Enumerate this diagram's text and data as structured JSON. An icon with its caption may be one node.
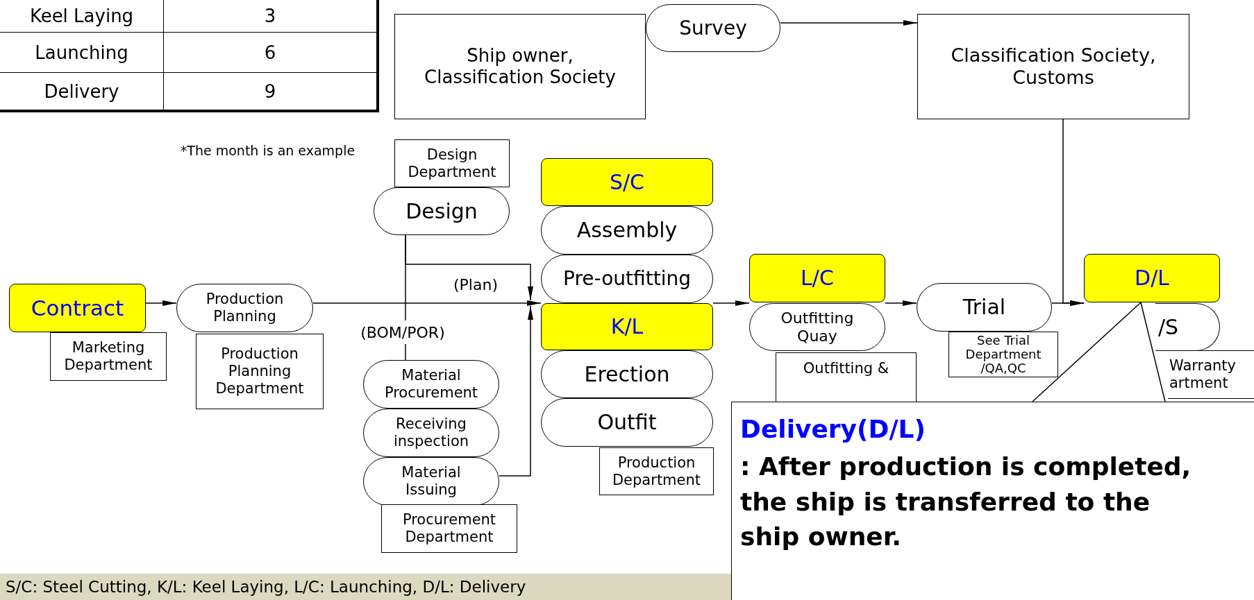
{
  "diagram": {
    "nodes": [
      {
        "text": [
          "Ship owner, Classification Society"
        ]
      },
      {
        "text": [
          "Survey"
        ]
      },
      {
        "text": [
          "Classification Society, Customs"
        ]
      },
      {
        "text": [
          "Design Department"
        ]
      },
      {
        "text": [
          "Design"
        ]
      },
      {
        "text": [
          "S/C"
        ]
      },
      {
        "text": [
          "Assembly"
        ]
      },
      {
        "text": [
          "Pre-outfitting"
        ]
      },
      {
        "text": [
          "Contract"
        ]
      },
      {
        "text": [
          "Production Planning"
        ]
      },
      {
        "text": [
          "L/C"
        ]
      },
      {
        "text": [
          "Trial"
        ]
      },
      {
        "text": [
          "D/L"
        ]
      },
      {
        "text": [
          "K/L"
        ]
      },
      {
        "text": [
          "Marketing Department"
        ]
      },
      {
        "text": [
          "Production Planning Department"
        ]
      },
      {
        "text": [
          "Outfitting Quay"
        ]
      },
      {
        "text": [
          "/S"
        ]
      },
      {
        "text": [
          "See Trial Department /QA,QC"
        ]
      },
      {
        "text": [
          "Warranty artment"
        ]
      },
      {
        "text": [
          "Erection"
        ]
      },
      {
        "text": [
          "Material Procurement"
        ]
      },
      {
        "text": [
          "Outfitting &"
        ]
      },
      {
        "text": [
          "Receiving inspection"
        ]
      },
      {
        "text": [
          "Outfit"
        ]
      },
      {
        "text": [
          "Material Issuing"
        ]
      },
      {
        "text": [
          "Production Department"
        ]
      },
      {
        "text": [
          "Procurement Department"
        ]
      },
      {
        "text": [
          "Delivery(D/L)",
          ": After production is completed, the ship is transferred to the ship owner."
        ]
      }
    ],
    "edges": [
      {
        "from": 1,
        "to": 2,
        "arrow": "to"
      },
      {
        "from": 2,
        "to": 12,
        "arrow": "to"
      },
      {
        "from": 8,
        "to": 9,
        "arrow": "to"
      },
      {
        "from": 9,
        "to": 13,
        "arrow": "to"
      },
      {
        "from": 4,
        "to": 13,
        "arrow": "to",
        "label": "(Plan)"
      },
      {
        "from": 4,
        "to": 21,
        "arrow": "none",
        "label": "(BOM/POR)"
      },
      {
        "from": 25,
        "to": 13,
        "arrow": "to"
      },
      {
        "from": 13,
        "to": 10,
        "arrow": "to"
      },
      {
        "from": 10,
        "to": 11,
        "arrow": "to"
      },
      {
        "from": 11,
        "to": 12,
        "arrow": "to"
      },
      {
        "from": 28,
        "to": 12,
        "arrow": "none"
      }
    ],
    "labels": [
      "Keel Laying",
      "3",
      "Launching",
      "6",
      "Delivery",
      "9",
      "*The month is an example",
      "S/C: Steel Cutting, K/L: Keel Laying, L/C: Launching, D/L: Delivery"
    ]
  }
}
